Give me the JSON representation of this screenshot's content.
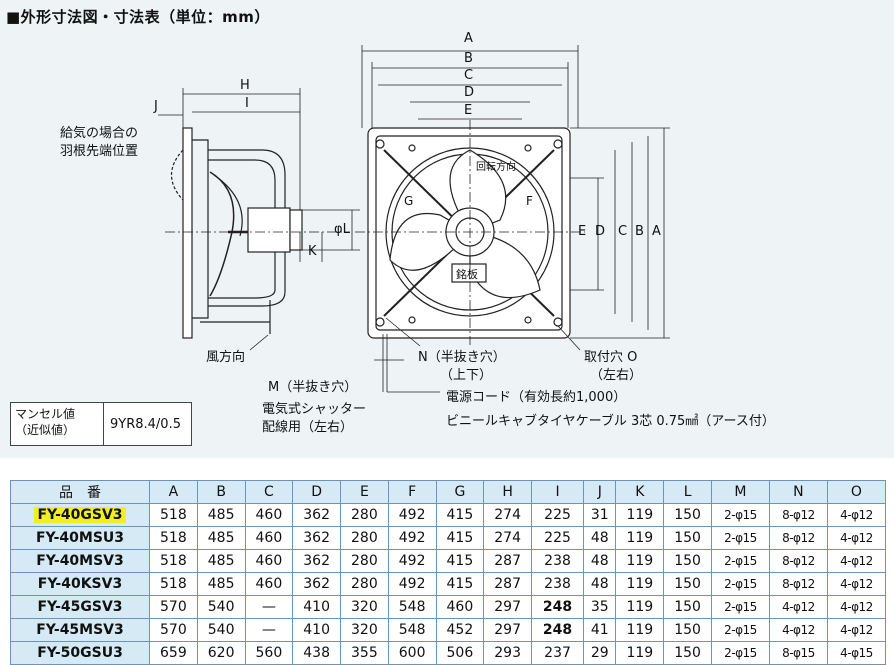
{
  "title": "■外形寸法図・寸法表（単位：mm）",
  "diagram": {
    "dim_letters_top": [
      "A",
      "B",
      "C",
      "D",
      "E"
    ],
    "dim_letters_right": [
      "E",
      "D",
      "C",
      "B",
      "A"
    ],
    "side_letters": {
      "H": "H",
      "I": "I",
      "J": "J",
      "K": "K",
      "L": "φL"
    },
    "intake_note_line1": "給気の場合の",
    "intake_note_line2": "羽根先端位置",
    "wind_direction": "風方向",
    "F": "F",
    "G": "G",
    "rotation": "回転方向",
    "nameplate": "銘板",
    "N_label_line1": "N（半抜き穴）",
    "N_label_line2": "（上下）",
    "O_label_line1": "取付穴 O",
    "O_label_line2": "（左右）",
    "M_label": "M（半抜き穴）",
    "shutter_line1": "電気式シャッター",
    "shutter_line2": "配線用（左右）",
    "cord_line1": "電源コード（有効長約1,000）",
    "cord_line2": "ビニールキャブタイヤケーブル 3芯 0.75㎟（アース付）"
  },
  "munsell": {
    "label_line1": "マンセル値",
    "label_line2": "（近似値）",
    "value": "9YR8.4/0.5"
  },
  "table": {
    "headers": [
      "品　番",
      "A",
      "B",
      "C",
      "D",
      "E",
      "F",
      "G",
      "H",
      "I",
      "J",
      "K",
      "L",
      "M",
      "N",
      "O"
    ],
    "rows": [
      [
        "FY-40GSV3",
        "518",
        "485",
        "460",
        "362",
        "280",
        "492",
        "415",
        "274",
        "225",
        "31",
        "119",
        "150",
        "2-φ15",
        "8-φ12",
        "4-φ12"
      ],
      [
        "FY-40MSU3",
        "518",
        "485",
        "460",
        "362",
        "280",
        "492",
        "415",
        "274",
        "225",
        "48",
        "119",
        "150",
        "2-φ15",
        "8-φ12",
        "4-φ12"
      ],
      [
        "FY-40MSV3",
        "518",
        "485",
        "460",
        "362",
        "280",
        "492",
        "415",
        "287",
        "238",
        "48",
        "119",
        "150",
        "2-φ15",
        "8-φ12",
        "4-φ12"
      ],
      [
        "FY-40KSV3",
        "518",
        "485",
        "460",
        "362",
        "280",
        "492",
        "415",
        "287",
        "238",
        "48",
        "119",
        "150",
        "2-φ15",
        "8-φ12",
        "4-φ12"
      ],
      [
        "FY-45GSV3",
        "570",
        "540",
        "—",
        "410",
        "320",
        "548",
        "460",
        "297",
        "248",
        "35",
        "119",
        "150",
        "2-φ15",
        "4-φ12",
        "4-φ12"
      ],
      [
        "FY-45MSV3",
        "570",
        "540",
        "—",
        "410",
        "320",
        "548",
        "452",
        "297",
        "248",
        "41",
        "119",
        "150",
        "2-φ15",
        "4-φ12",
        "4-φ12"
      ],
      [
        "FY-50GSU3",
        "659",
        "620",
        "560",
        "438",
        "355",
        "600",
        "506",
        "293",
        "237",
        "29",
        "119",
        "150",
        "2-φ15",
        "8-φ15",
        "4-φ15"
      ]
    ]
  },
  "colors": {
    "header_bg": "#d5eaf4",
    "highlight": "#f2ee24",
    "border": "#6c94b8",
    "diagram_bg": "#eef3f6"
  }
}
